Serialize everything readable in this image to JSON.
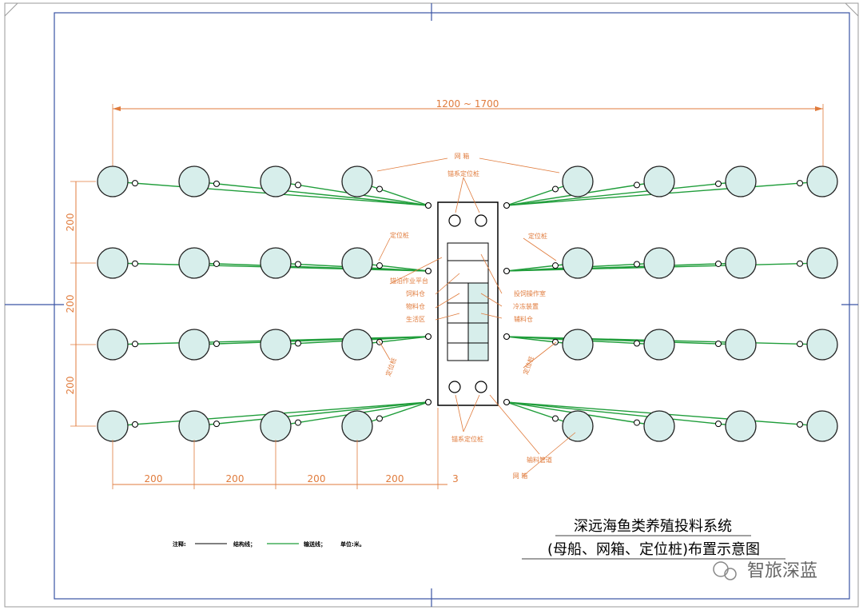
{
  "colors": {
    "structure": "#000000",
    "feed_line": "#1f9d3a",
    "dimension": "#e07b3c",
    "cage_fill": "#d7eeeb",
    "frame_blue": "#3a53a4"
  },
  "dimensions": {
    "overall_width": "1200 ~ 1700",
    "col_spacing": [
      "200",
      "200",
      "200",
      "200"
    ],
    "ship_gap": "3",
    "row_spacing": [
      "200",
      "200",
      "200"
    ]
  },
  "labels": {
    "cage": "网 箱",
    "cage_bottom": "网 箱",
    "anchor_top": "锚系定位桩",
    "anchor_bottom": "锚系定位桩",
    "positioning_pile_1": "定位桩",
    "positioning_pile_2": "定位桩",
    "positioning_pile_3": "定位桩",
    "positioning_pile_4": "定位桩",
    "left_1": "锚泊作业平台",
    "left_2": "饲料仓",
    "left_3": "物料仓",
    "left_4": "生活区",
    "right_1": "投饲操作室",
    "right_2": "冷冻装置",
    "right_3": "辅料仓",
    "feed_pipe": "输料管道"
  },
  "title": {
    "line1": "深远海鱼类养殖投料系统",
    "line2": "(母船、网箱、定位桩)布置示意图"
  },
  "legend": {
    "note": "注释:",
    "structure_label": "结构线；",
    "feed_label": "输送线；",
    "unit": "单位:米。"
  },
  "watermark": "智旅深蓝"
}
